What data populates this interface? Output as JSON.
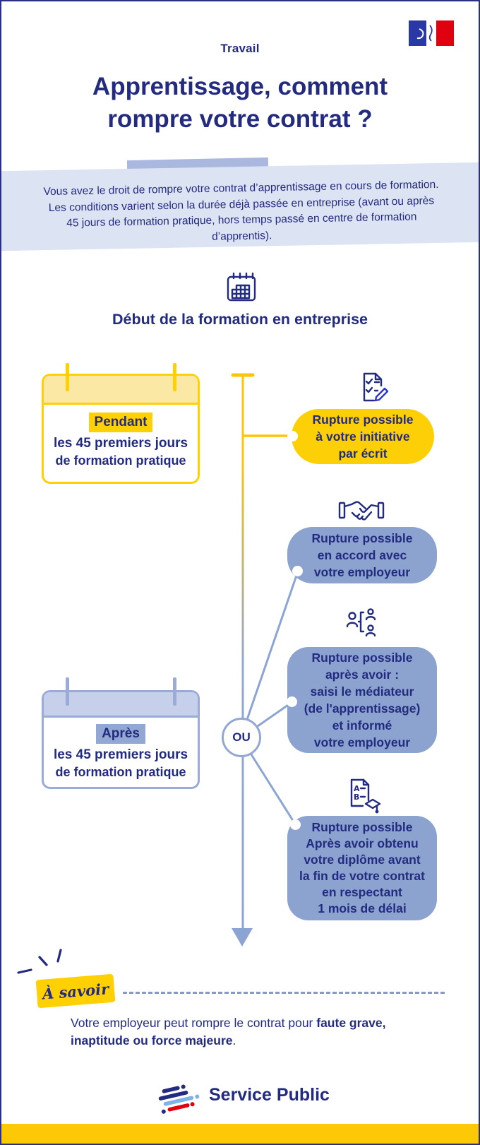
{
  "header": {
    "category": "Travail",
    "title_line1": "Apprentissage, comment",
    "title_line2": "rompre votre contrat ?",
    "logo": "french-government-flag"
  },
  "intro": {
    "text": "Vous avez le droit de rompre votre contrat d’apprentissage en cours de formation. Les conditions varient selon la durée déjà passée en entreprise (avant ou après 45 jours de formation pratique, hors temps passé en centre de formation d’apprentis)."
  },
  "flow": {
    "start_icon": "calendar-icon",
    "start_label": "Début de la formation en entreprise",
    "or_label": "OU",
    "periods": [
      {
        "highlight": "Pendant",
        "line1": "les 45 premiers jours",
        "line2": "de formation pratique",
        "style": "yellow"
      },
      {
        "highlight": "Après",
        "line1": "les 45 premiers jours",
        "line2": "de formation pratique",
        "style": "blue"
      }
    ],
    "options": [
      {
        "icon": "checklist-pen-icon",
        "style": "yellow",
        "lines": [
          "Rupture possible",
          "à votre initiative",
          "par écrit"
        ]
      },
      {
        "icon": "handshake-icon",
        "style": "blue",
        "lines": [
          "Rupture possible",
          "en accord avec",
          "votre employeur"
        ]
      },
      {
        "icon": "mediator-people-icon",
        "style": "blue",
        "lines": [
          "Rupture possible",
          "après avoir :",
          "saisi le médiateur",
          "(de l'apprentissage)",
          "et informé",
          "votre employeur"
        ]
      },
      {
        "icon": "diploma-icon",
        "style": "blue",
        "lines": [
          "Rupture possible",
          "Après avoir obtenu",
          "votre diplôme avant",
          "la fin de votre contrat",
          "en respectant",
          "1 mois de délai"
        ]
      }
    ]
  },
  "note": {
    "badge": "À savoir",
    "text_prefix": "Votre employeur peut rompre le contrat pour ",
    "bold_line1": "faute grave,",
    "bold_line2": "inaptitude ou force majeure",
    "suffix": "."
  },
  "footer": {
    "brand": "Service Public"
  },
  "colors": {
    "navy_text": "#232b80",
    "yellow_accent": "#ffd103",
    "yellow_pale": "#fbe8a4",
    "periwinkle_bubble": "#8ca2cf",
    "periwinkle_border": "#9aabd8",
    "periwinkle_pale": "#c6d0ea",
    "intro_band": "#dce3f3",
    "flag_blue": "#2a38a5",
    "flag_red": "#e1000f",
    "logo_light_blue": "#7fb2e5",
    "bottom_bar": "#fdc806"
  }
}
